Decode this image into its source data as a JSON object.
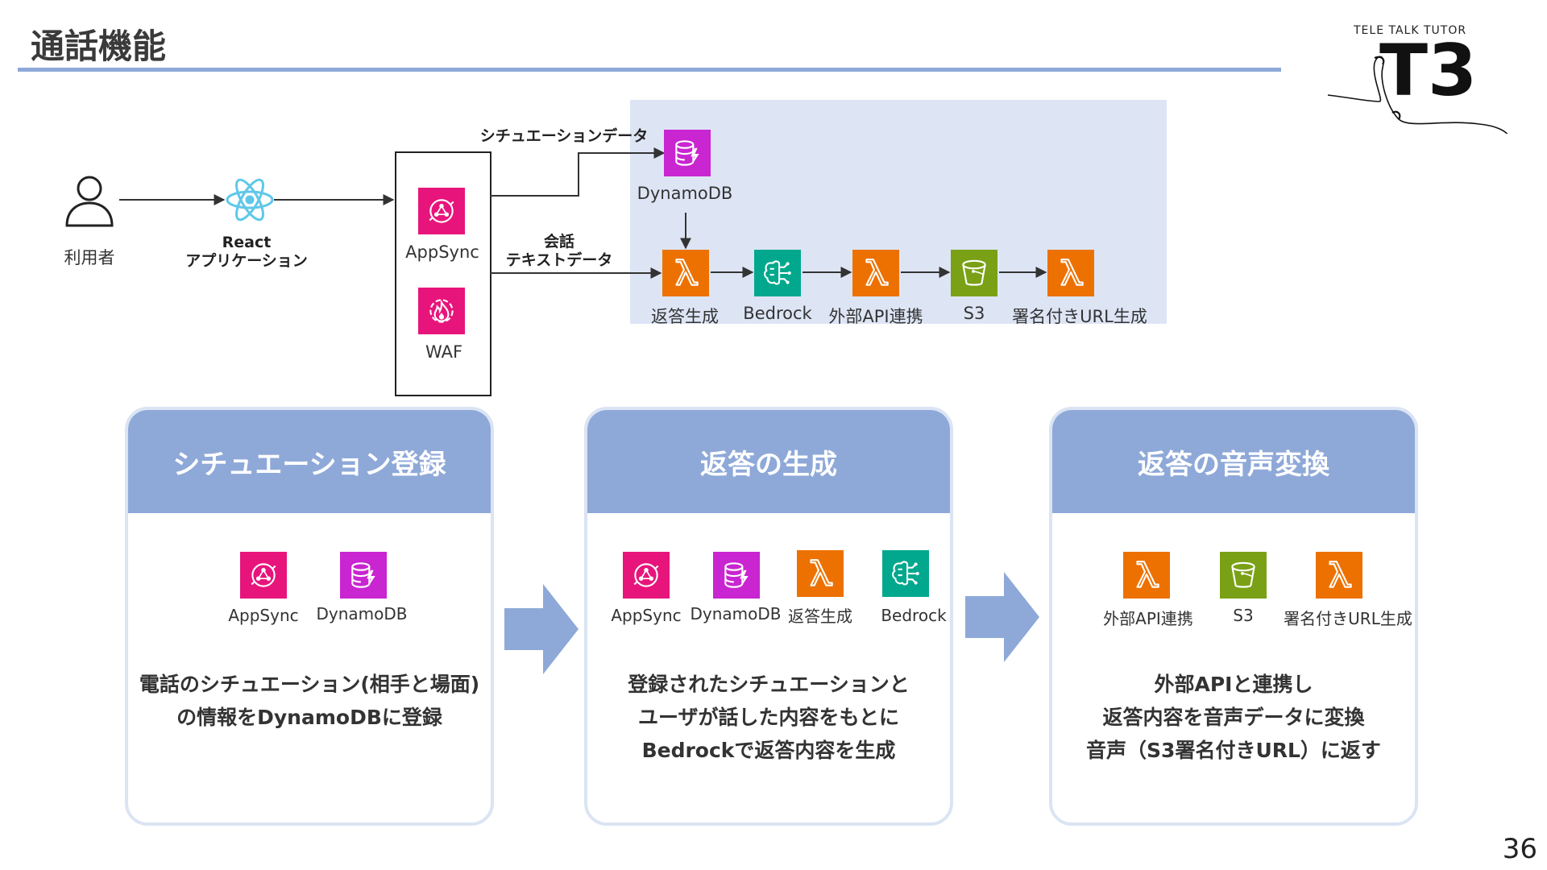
{
  "title": "通話機能",
  "page_number": "36",
  "logo": {
    "tagline": "TELE TALK TUTOR",
    "mark": "T3"
  },
  "diagram": {
    "user_label": "利用者",
    "react_label_line1": "React",
    "react_label_line2": "アプリケーション",
    "appsync_label": "AppSync",
    "waf_label": "WAF",
    "dynamodb_label": "DynamoDB",
    "edge_situation": "シチュエーションデータ",
    "edge_conv_line1": "会話",
    "edge_conv_line2": "テキストデータ",
    "pipeline": [
      "返答生成",
      "Bedrock",
      "外部API連携",
      "S3",
      "署名付きURL生成"
    ]
  },
  "cards": [
    {
      "title": "シチュエーション登録",
      "icons": [
        "AppSync",
        "DynamoDB"
      ],
      "desc": [
        "電話のシチュエーション(相手と場面)",
        "の情報をDynamoDBに登録"
      ]
    },
    {
      "title": "返答の生成",
      "icons": [
        "AppSync",
        "DynamoDB",
        "返答生成",
        "Bedrock"
      ],
      "desc": [
        "登録されたシチュエーションと",
        "ユーザが話した内容をもとに",
        "Bedrockで返答内容を生成"
      ]
    },
    {
      "title": "返答の音声変換",
      "icons": [
        "外部API連携",
        "S3",
        "署名付きURL生成"
      ],
      "desc": [
        "外部APIと連携し",
        "返答内容を音声データに変換",
        "音声（S3署名付きURL）に返す"
      ]
    }
  ],
  "colors": {
    "accent": "#8ea9d8",
    "aws_region_bg": "#dde5f5",
    "appsync": "#e7157b",
    "dynamodb": "#c925d1",
    "lambda": "#ed7100",
    "bedrock": "#01a88d",
    "s3": "#7aa116"
  }
}
